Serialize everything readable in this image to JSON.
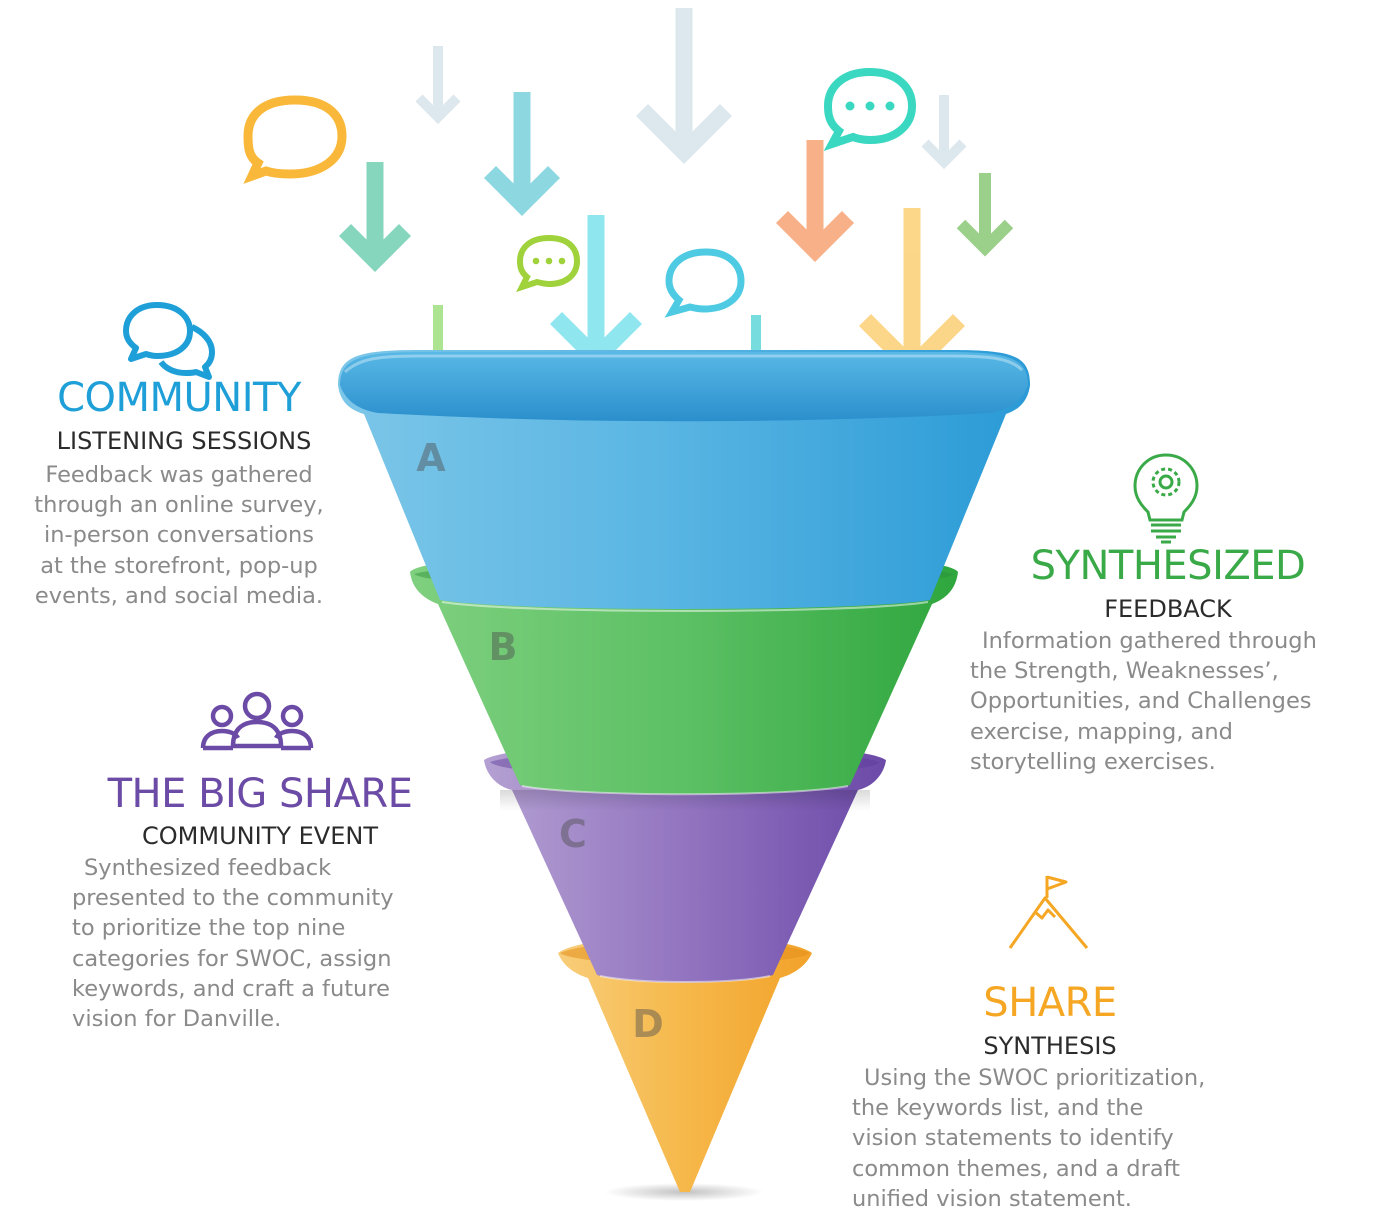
{
  "funnel_letters": [
    "A",
    "B",
    "C",
    "D"
  ],
  "stages": [
    {
      "id": "community",
      "icon": "speech-bubbles-icon",
      "color": "#1e9fd8",
      "title": "COMMUNITY",
      "subtitle": "LISTENING SESSIONS",
      "description": [
        "Feedback was gathered",
        "through an online survey,",
        "in-person conversations",
        "at the storefront, pop-up",
        "events, and social media."
      ]
    },
    {
      "id": "synthesized",
      "icon": "lightbulb-gear-icon",
      "color": "#3aaa48",
      "title": "SYNTHESIZED",
      "subtitle": "FEEDBACK",
      "description": [
        "Information gathered through",
        "the Strength, Weaknesses’,",
        "Opportunities, and Challenges",
        "exercise, mapping, and",
        "storytelling exercises."
      ]
    },
    {
      "id": "big-share",
      "icon": "people-group-icon",
      "color": "#6b4ba6",
      "title": "THE BIG SHARE",
      "subtitle": "COMMUNITY EVENT",
      "description": [
        "Synthesized feedback",
        "presented to the community",
        "to prioritize the top nine",
        "categories for SWOC, assign",
        "keywords, and craft a future",
        "vision for Danville."
      ]
    },
    {
      "id": "share",
      "icon": "mountain-flag-icon",
      "color": "#f5a623",
      "title": "SHARE",
      "subtitle": "SYNTHESIS",
      "description": [
        "Using the SWOC prioritization,",
        "the keywords list, and the",
        "vision statements to identify",
        "common themes, and a draft",
        "unified vision statement."
      ]
    }
  ]
}
